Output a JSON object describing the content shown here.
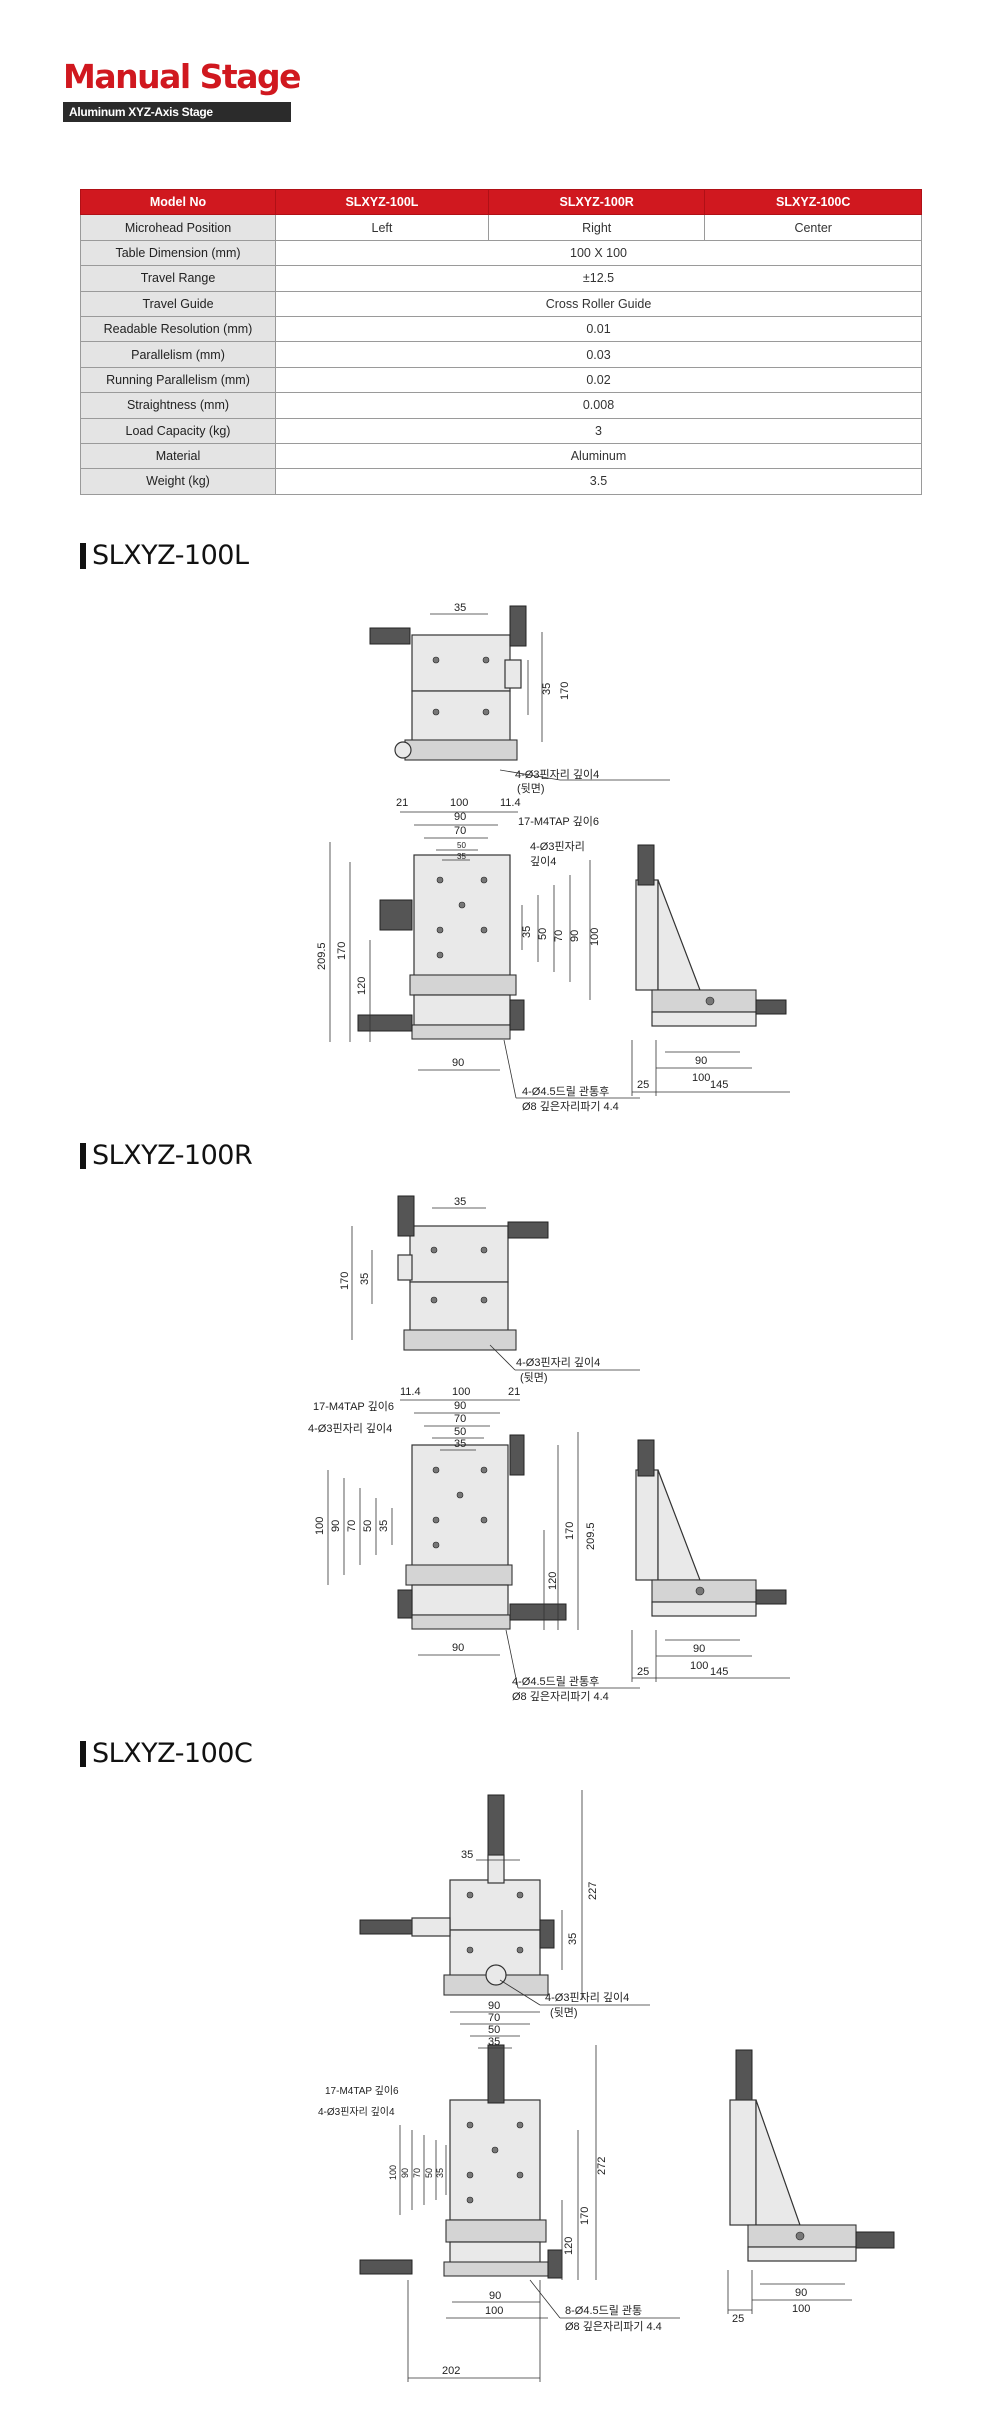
{
  "header": {
    "title": "Manual Stage",
    "subtitle": "Aluminum XYZ-Axis Stage"
  },
  "table": {
    "columns": [
      "Model No",
      "SLXYZ-100L",
      "SLXYZ-100R",
      "SLXYZ-100C"
    ],
    "rows": [
      {
        "label": "Microhead Position",
        "values": [
          "Left",
          "Right",
          "Center"
        ]
      },
      {
        "label": "Table Dimension (mm)",
        "value": "100 X 100"
      },
      {
        "label": "Travel Range",
        "value": "±12.5"
      },
      {
        "label": "Travel Guide",
        "value": "Cross Roller Guide"
      },
      {
        "label": "Readable Resolution (mm)",
        "value": "0.01"
      },
      {
        "label": "Parallelism (mm)",
        "value": "0.03"
      },
      {
        "label": "Running Parallelism (mm)",
        "value": "0.02"
      },
      {
        "label": "Straightness (mm)",
        "value": "0.008"
      },
      {
        "label": "Load Capacity (kg)",
        "value": "3"
      },
      {
        "label": "Material",
        "value": "Aluminum"
      },
      {
        "label": "Weight (kg)",
        "value": "3.5"
      }
    ]
  },
  "sections": {
    "l": {
      "title": "SLXYZ-100L",
      "dims": {
        "top_35": "35",
        "top_35b": "35",
        "top_170": "170",
        "note_holes_back": "4-Ø3핀자리 깊이4",
        "note_back": "(뒷면)",
        "d21": "21",
        "d100": "100",
        "d11_4": "11.4",
        "d90": "90",
        "d70": "70",
        "d50": "50",
        "d35": "35",
        "note_tap": "17-M4TAP 깊이6",
        "note_pin1": "4-Ø3핀자리",
        "note_pin2": "깊이4",
        "d209_5": "209.5",
        "d170": "170",
        "d120": "120",
        "v35": "35",
        "v50": "50",
        "v70": "70",
        "v90": "90",
        "v100": "100",
        "b90": "90",
        "note_drill1": "4-Ø4.5드릴 관통후",
        "note_drill2": "Ø8 깊은자리파기 4.4",
        "s90": "90",
        "s100": "100",
        "s25": "25",
        "s145": "145"
      }
    },
    "r": {
      "title": "SLXYZ-100R",
      "dims": {
        "top_35": "35",
        "top_170": "170",
        "top_35b": "35",
        "note_holes_back": "4-Ø3핀자리 깊이4",
        "note_back": "(뒷면)",
        "d11_4": "11.4",
        "d100": "100",
        "d21": "21",
        "d90": "90",
        "d70": "70",
        "d50": "50",
        "d35": "35",
        "note_tap": "17-M4TAP 깊이6",
        "note_pin": "4-Ø3핀자리 깊이4",
        "v100": "100",
        "v90": "90",
        "v70": "70",
        "v50": "50",
        "v35": "35",
        "d170": "170",
        "d209_5": "209.5",
        "d120": "120",
        "b90": "90",
        "note_drill1": "4-Ø4.5드릴 관통후",
        "note_drill2": "Ø8 깊은자리파기 4.4",
        "s90": "90",
        "s100": "100",
        "s25": "25",
        "s145": "145"
      }
    },
    "c": {
      "title": "SLXYZ-100C",
      "dims": {
        "top_35": "35",
        "top_227": "227",
        "top_35b": "35",
        "note_holes_back": "4-Ø3핀자리 깊이4",
        "note_back": "(뒷면)",
        "d90": "90",
        "d70": "70",
        "d50": "50",
        "d35": "35",
        "note_tap": "17-M4TAP 깊이6",
        "note_pin": "4-Ø3핀자리 깊이4",
        "v100": "100",
        "v90": "90",
        "v70": "70",
        "v50": "50",
        "v35": "35",
        "d272": "272",
        "d170": "170",
        "d120": "120",
        "b90": "90",
        "b100": "100",
        "b202": "202",
        "note_drill1": "8-Ø4.5드릴 관통",
        "note_drill2": "Ø8 깊은자리파기 4.4",
        "s90": "90",
        "s100": "100",
        "s25": "25"
      }
    }
  }
}
